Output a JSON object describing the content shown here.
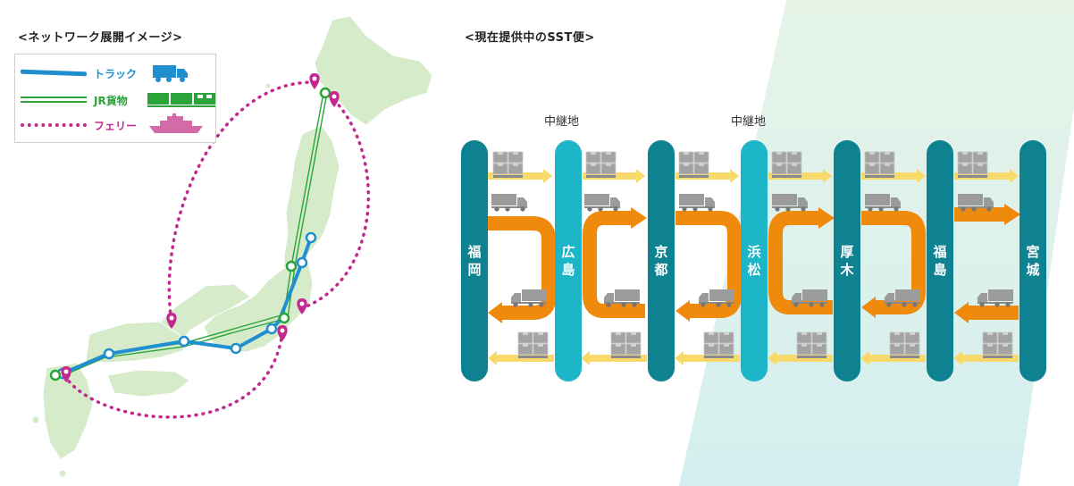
{
  "titles": {
    "network": "<ネットワーク展開イメージ>",
    "sst": "<現在提供中のSST便>"
  },
  "legend": [
    {
      "label": "トラック",
      "color": "#1f8fce",
      "icon": "truck-icon"
    },
    {
      "label": "JR貨物",
      "color": "#2aa33a",
      "icon": "freight-train-icon"
    },
    {
      "label": "フェリー",
      "color": "#c1298f",
      "icon": "ferry-icon"
    }
  ],
  "relays": [
    "中継地",
    "中継地"
  ],
  "stations": [
    "福岡",
    "広島",
    "京都",
    "浜松",
    "厚木",
    "福島",
    "宮城"
  ],
  "colors": {
    "bar_dark": "#0e8290",
    "bar_light": "#1db5c8",
    "arrow_orange": "#ef8a0d",
    "arrow_yellow": "#f8d96a",
    "truck": "#9b9b9b",
    "map_land": "#d6ebc9",
    "background_band": "#dbf0ea"
  }
}
